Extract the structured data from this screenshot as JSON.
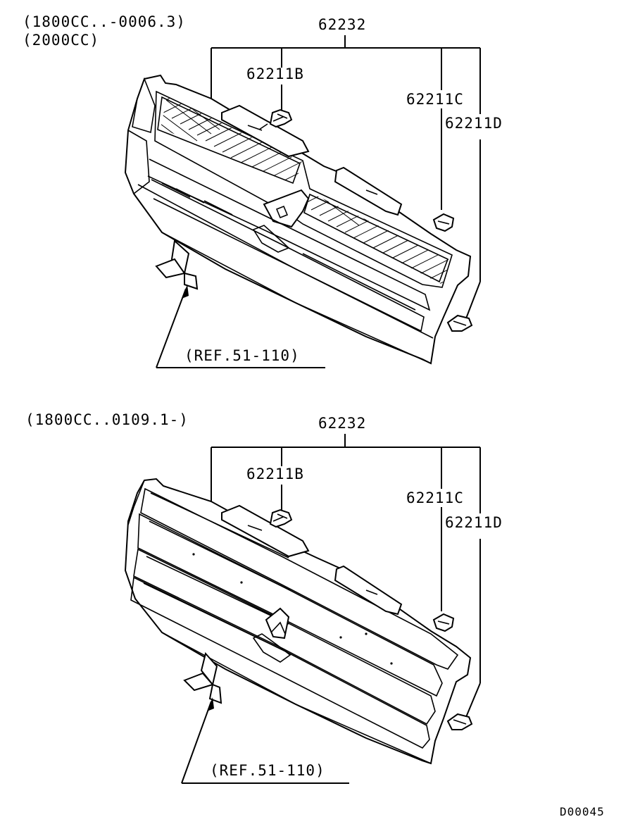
{
  "diagram_code": "D00045",
  "top_section": {
    "variant_lines": [
      "(1800CC..-0006.3)",
      "(2000CC)"
    ],
    "assembly_part": "62232",
    "clip_b": "62211B",
    "clip_c": "62211C",
    "clip_d": "62211D",
    "reference": "(REF.51-110)"
  },
  "bottom_section": {
    "variant_lines": [
      "(1800CC..0109.1-)"
    ],
    "assembly_part": "62232",
    "clip_b": "62211B",
    "clip_c": "62211C",
    "clip_d": "62211D",
    "reference": "(REF.51-110)"
  }
}
